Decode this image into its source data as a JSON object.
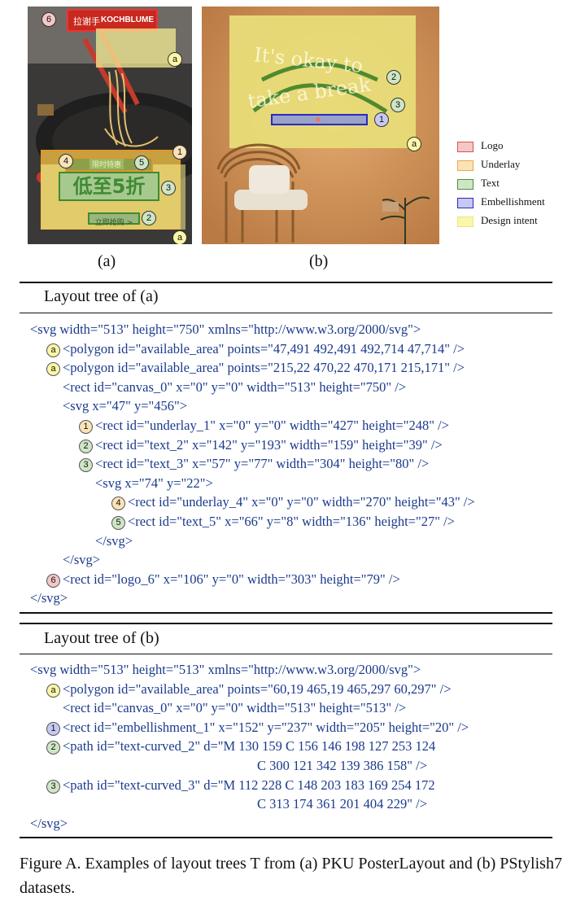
{
  "panel_a": {
    "logo_text_1": "拉谢手",
    "logo_text_2": "KOCHBLUME",
    "big_text": "低至5折",
    "small_text": "限时特惠",
    "button_text": "立即抢购 >",
    "markers": [
      "6",
      "a",
      "4",
      "5",
      "1",
      "3",
      "2",
      "a"
    ]
  },
  "panel_b": {
    "curved_text_1": "It's okay to",
    "curved_text_2": "take a break",
    "markers": [
      "2",
      "3",
      "1",
      "a"
    ]
  },
  "subcaptions": {
    "a": "(a)",
    "b": "(b)"
  },
  "legend": [
    {
      "label": "Logo",
      "color": "#f4c7c7",
      "border": "#d9534f"
    },
    {
      "label": "Underlay",
      "color": "#fbe3b8",
      "border": "#e8a64a"
    },
    {
      "label": "Text",
      "color": "#cfe6c6",
      "border": "#4d8f3a"
    },
    {
      "label": "Embellishment",
      "color": "#c7c9f2",
      "border": "#2a2ac4"
    },
    {
      "label": "Design intent",
      "color": "#fbf7a8",
      "border": "#e8e28a"
    }
  ],
  "tree_a": {
    "title": "Layout tree of (a)",
    "lines": [
      {
        "badge": "",
        "text": "<svg width=\"513\" height=\"750\" xmlns=\"http://www.w3.org/2000/svg\">"
      },
      {
        "badge": "a",
        "text": "<polygon id=\"available_area\" points=\"47,491 492,491 492,714 47,714\" />"
      },
      {
        "badge": "a",
        "text": "<polygon id=\"available_area\" points=\"215,22 470,22 470,171 215,171\" />"
      },
      {
        "badge": "",
        "text": "<rect id=\"canvas_0\" x=\"0\" y=\"0\" width=\"513\" height=\"750\" />"
      },
      {
        "badge": "",
        "text": "<svg x=\"47\" y=\"456\">"
      },
      {
        "badge": "1",
        "text": "<rect id=\"underlay_1\" x=\"0\" y=\"0\" width=\"427\" height=\"248\" />"
      },
      {
        "badge": "2",
        "text": "<rect id=\"text_2\" x=\"142\" y=\"193\" width=\"159\" height=\"39\" />"
      },
      {
        "badge": "3",
        "text": "<rect id=\"text_3\" x=\"57\" y=\"77\" width=\"304\" height=\"80\" />"
      },
      {
        "badge": "",
        "text": "<svg x=\"74\" y=\"22\">"
      },
      {
        "badge": "4",
        "text": "<rect id=\"underlay_4\" x=\"0\" y=\"0\" width=\"270\" height=\"43\" />"
      },
      {
        "badge": "5",
        "text": "<rect id=\"text_5\" x=\"66\" y=\"8\" width=\"136\" height=\"27\" />"
      },
      {
        "badge": "",
        "text": "</svg>"
      },
      {
        "badge": "",
        "text": "</svg>"
      },
      {
        "badge": "6",
        "text": "<rect id=\"logo_6\" x=\"106\" y=\"0\" width=\"303\" height=\"79\" />"
      },
      {
        "badge": "",
        "text": "</svg>"
      }
    ]
  },
  "tree_b": {
    "title": "Layout tree of (b)",
    "lines": [
      {
        "badge": "",
        "text": "<svg width=\"513\" height=\"513\" xmlns=\"http://www.w3.org/2000/svg\">"
      },
      {
        "badge": "a",
        "text": "<polygon id=\"available_area\" points=\"60,19 465,19 465,297 60,297\" />"
      },
      {
        "badge": "",
        "text": "<rect id=\"canvas_0\" x=\"0\" y=\"0\" width=\"513\" height=\"513\" />"
      },
      {
        "badge": "1",
        "text": "<rect id=\"embellishment_1\" x=\"152\" y=\"237\" width=\"205\" height=\"20\" />"
      },
      {
        "badge": "2",
        "text": "<path id=\"text-curved_2\" d=\"M 130 159 C 156 146 198 127 253 124"
      },
      {
        "badge": "",
        "text": "C 300 121 342 139 386 158\" />"
      },
      {
        "badge": "3",
        "text": "<path id=\"text-curved_3\" d=\"M 112 228 C 148 203 183 169 254 172"
      },
      {
        "badge": "",
        "text": "C 313 174 361 201 404 229\" />"
      },
      {
        "badge": "",
        "text": "</svg>"
      }
    ]
  },
  "figure_caption": "Figure A. Examples of layout trees T from (a) PKU PosterLayout and (b) PStylish7 datasets."
}
